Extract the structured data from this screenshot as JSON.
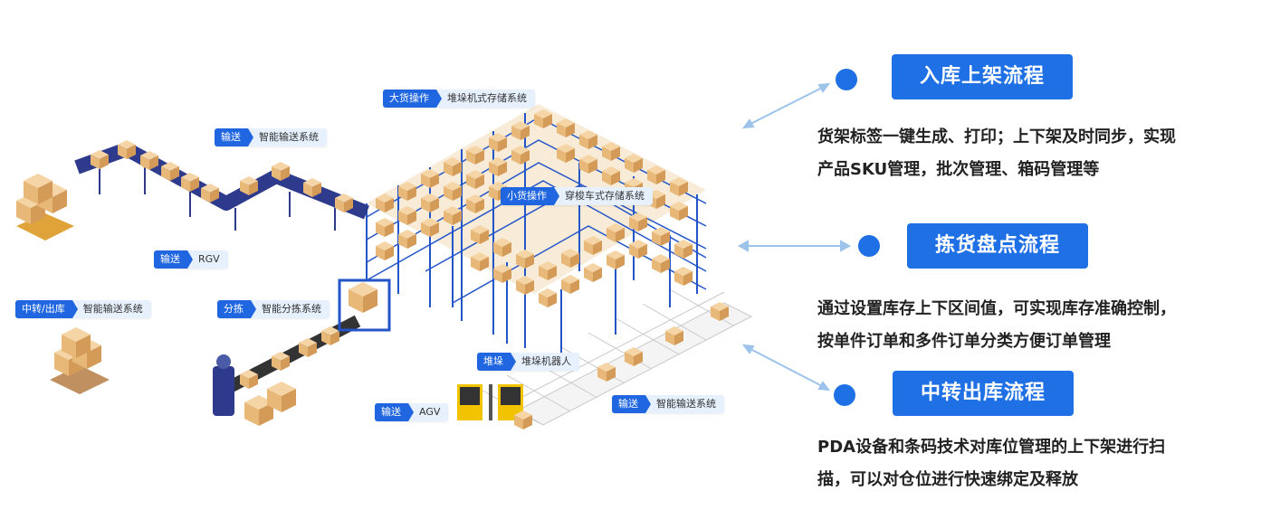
{
  "labels": [
    {
      "key": "大货操作",
      "value": "堆垛机式存储系统"
    },
    {
      "key": "输送",
      "value": "智能输送系统"
    },
    {
      "key": "小货操作",
      "value": "穿梭车式存储系统"
    },
    {
      "key": "输送",
      "value": "RGV"
    },
    {
      "key": "中转/出库",
      "value": "智能输送系统"
    },
    {
      "key": "分拣",
      "value": "智能分拣系统"
    },
    {
      "key": "堆垛",
      "value": "堆垛机器人"
    },
    {
      "key": "输送",
      "value": "AGV"
    },
    {
      "key": "输送",
      "value": "智能输送系统"
    }
  ],
  "processes": [
    {
      "title": "入库上架流程",
      "line1": "货架标签一键生成、打印；上下架及时同步，实现",
      "line2": "产品SKU管理，批次管理、箱码管理等"
    },
    {
      "title": "拣货盘点流程",
      "line1": "通过设置库存上下区间值，可实现库存准确控制，",
      "line2": "按单件订单和多件订单分类方便订单管理"
    },
    {
      "title": "中转出库流程",
      "line1": "PDA设备和条码技术对库位管理的上下架进行扫",
      "line2": "描，可以对仓位进行快速绑定及释放"
    }
  ],
  "colors": {
    "accent": "#1f6fe5",
    "tag_key": "#1f66e0",
    "tag_value_bg": "#e7f0fd",
    "rack": "#2455c8",
    "box": "#e8b878",
    "arrow": "#9ec3ea"
  }
}
